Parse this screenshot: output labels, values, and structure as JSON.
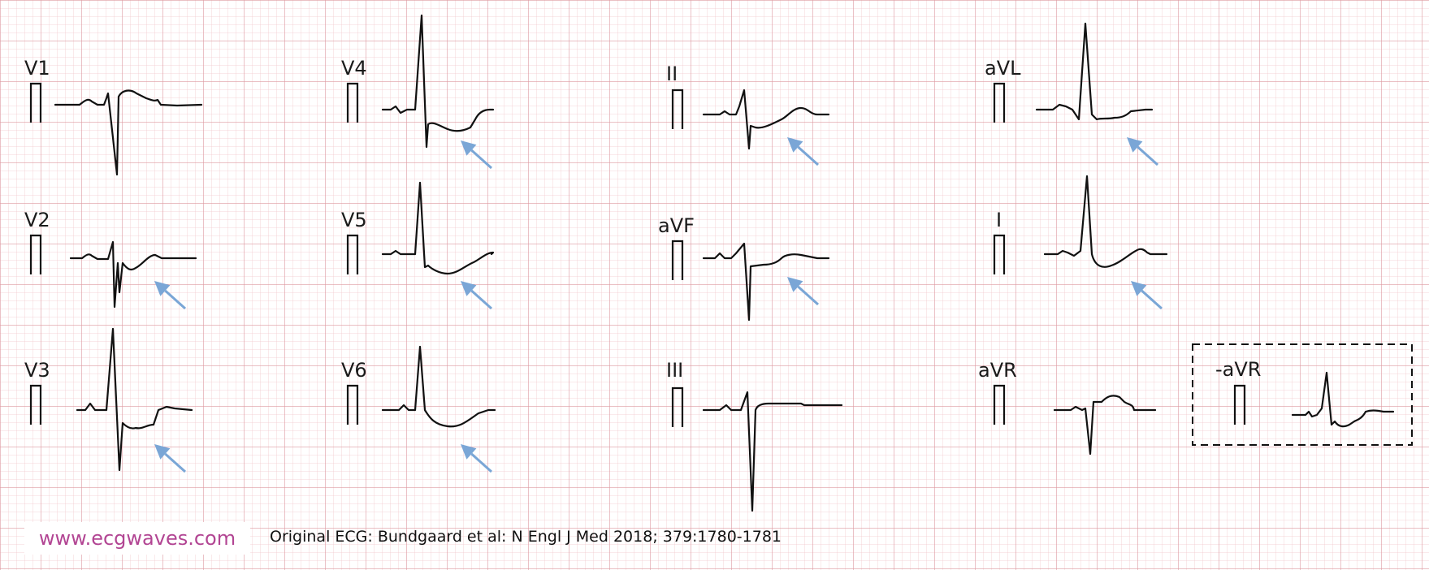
{
  "leads": [
    {
      "name": "lead-v1",
      "label": "V1",
      "arrow": false
    },
    {
      "name": "lead-v2",
      "label": "V2",
      "arrow": true
    },
    {
      "name": "lead-v3",
      "label": "V3",
      "arrow": true
    },
    {
      "name": "lead-v4",
      "label": "V4",
      "arrow": true
    },
    {
      "name": "lead-v5",
      "label": "V5",
      "arrow": true
    },
    {
      "name": "lead-v6",
      "label": "V6",
      "arrow": true
    },
    {
      "name": "lead-ii",
      "label": "II",
      "arrow": true
    },
    {
      "name": "lead-avf",
      "label": "aVF",
      "arrow": true
    },
    {
      "name": "lead-iii",
      "label": "III",
      "arrow": false
    },
    {
      "name": "lead-avl",
      "label": "aVL",
      "arrow": true
    },
    {
      "name": "lead-i",
      "label": "I",
      "arrow": true
    },
    {
      "name": "lead-avr",
      "label": "aVR",
      "arrow": false
    },
    {
      "name": "lead-neg-avr",
      "label": "-aVR",
      "arrow": false,
      "boxed": true
    }
  ],
  "footer": {
    "brand": "www.ecgwaves.com",
    "source": "Original ECG: Bundgaard et al: N Engl J Med 2018; 379:1780-1781"
  },
  "colors": {
    "grid_minor": "#f1c9cd",
    "grid_major": "#dd9aa1",
    "trace": "#111111",
    "arrow": "#7aa6d6",
    "brand": "#b24593"
  }
}
